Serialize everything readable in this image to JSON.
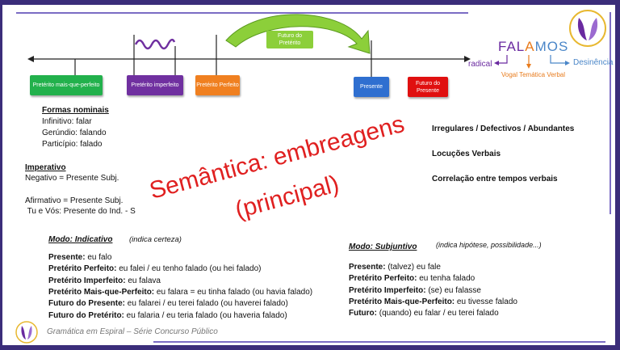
{
  "timeline": {
    "future_of_preterite_label": "Futuro do Pretérito",
    "boxes": [
      {
        "label": "Pretérito mais-que-perfeito",
        "color": "#22b14c"
      },
      {
        "label": "Pretérito imperfeito",
        "color": "#7030a0"
      },
      {
        "label": "Pretérito Perfeito",
        "color": "#f08020"
      },
      {
        "label": "Presente",
        "color": "#2f6fd0"
      },
      {
        "label": "Futuro do Presente",
        "color": "#e01010"
      }
    ]
  },
  "logo_top": {
    "word_parts": [
      "FAL",
      "A",
      "MOS"
    ],
    "radical": "radical",
    "vogal": "Vogal Temática Verbal",
    "desinencia": "Desinência",
    "colors": {
      "radical": "#6a2aa0",
      "vogal": "#e87b1c",
      "desinencia": "#4a86c8"
    }
  },
  "formas_nominais": {
    "heading": "Formas nominais",
    "lines": [
      "Infinitivo: falar",
      "Gerúndio: falando",
      "Particípio: falado"
    ]
  },
  "imperativo": {
    "heading": "Imperativo",
    "lines": [
      "Negativo = Presente Subj.",
      "",
      "Afirmativo = Presente Subj.",
      " Tu e Vós: Presente do Ind. - S"
    ]
  },
  "right_topics": [
    "Irregulares / Defectivos / Abundantes",
    "Locuções Verbais",
    "Correlação entre tempos verbais"
  ],
  "semantica": {
    "line1": "Semântica: embreagens",
    "line2": "(principal)"
  },
  "indicativo": {
    "heading": "Modo: Indicativo",
    "note": "(indica certeza)",
    "rows": [
      {
        "label": "Presente:",
        "value": " eu falo"
      },
      {
        "label": "Pretérito Perfeito:",
        "value": " eu falei / eu tenho falado (ou hei falado)"
      },
      {
        "label": "Pretérito Imperfeito:",
        "value": " eu falava"
      },
      {
        "label": "Pretérito Mais-que-Perfeito:",
        "value": " eu falara = eu tinha falado (ou havia falado)"
      },
      {
        "label": "Futuro do Presente:",
        "value": " eu falarei / eu terei falado (ou haverei falado)"
      },
      {
        "label": "Futuro do Pretérito:",
        "value": " eu falaria / eu teria falado (ou haveria falado)"
      }
    ]
  },
  "subjuntivo": {
    "heading": "Modo: Subjuntivo",
    "note": "(indica hipótese, possibilidade...)",
    "rows": [
      {
        "label": "Presente:",
        "value": " (talvez) eu fale"
      },
      {
        "label": "Pretérito Perfeito:",
        "value": " eu tenha falado"
      },
      {
        "label": "Pretérito Imperfeito:",
        "value": " (se) eu falasse"
      },
      {
        "label": "Pretérito Mais-que-Perfeito:",
        "value": " eu tivesse falado"
      },
      {
        "label": "Futuro:",
        "value": " (quando) eu falar / eu terei falado"
      }
    ]
  },
  "footer": {
    "text": "Gramática em Espiral – Série Concurso Público"
  },
  "brand_color": "#3b2d7a"
}
